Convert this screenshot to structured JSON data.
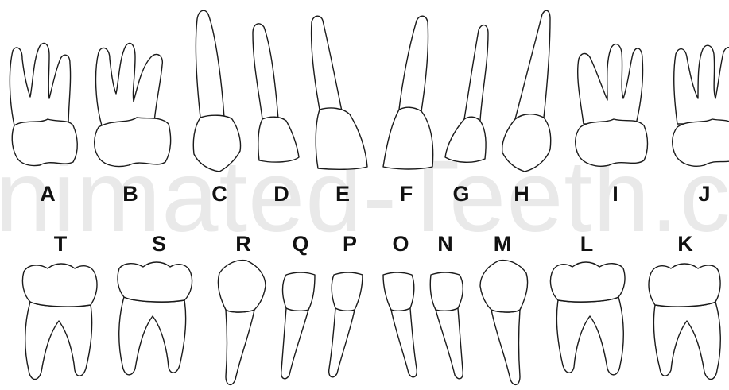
{
  "watermark": "nimated-Teeth.co",
  "upper_labels": [
    "A",
    "B",
    "C",
    "D",
    "E",
    "F",
    "G",
    "H",
    "I",
    "J"
  ],
  "lower_labels": [
    "T",
    "S",
    "R",
    "Q",
    "P",
    "O",
    "N",
    "M",
    "L",
    "K"
  ],
  "colors": {
    "outline": "#1a1a1a",
    "label": "#111111",
    "watermark": "#e9e9e9"
  }
}
